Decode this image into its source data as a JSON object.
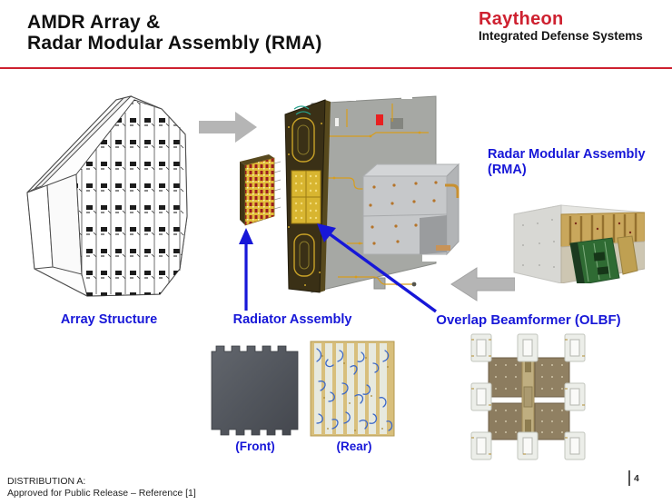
{
  "header": {
    "title_line1": "AMDR Array &",
    "title_line2": "Radar Modular Assembly (RMA)",
    "logo_name": "Raytheon",
    "logo_division": "Integrated Defense Systems"
  },
  "labels": {
    "array_structure": "Array Structure",
    "radiator_assembly": "Radiator Assembly",
    "overlap_beamformer": "Overlap Beamformer (OLBF)",
    "rma_line1": "Radar Modular Assembly",
    "rma_line2": "(RMA)",
    "front": "(Front)",
    "rear": "(Rear)"
  },
  "footer": {
    "line1": "DISTRIBUTION A:",
    "line2": "Approved for Public Release – Reference [1]",
    "page_number": "4"
  },
  "colors": {
    "accent_red": "#ce2130",
    "label_blue": "#1717d8",
    "arrow_gray": "#b5b5b5"
  }
}
